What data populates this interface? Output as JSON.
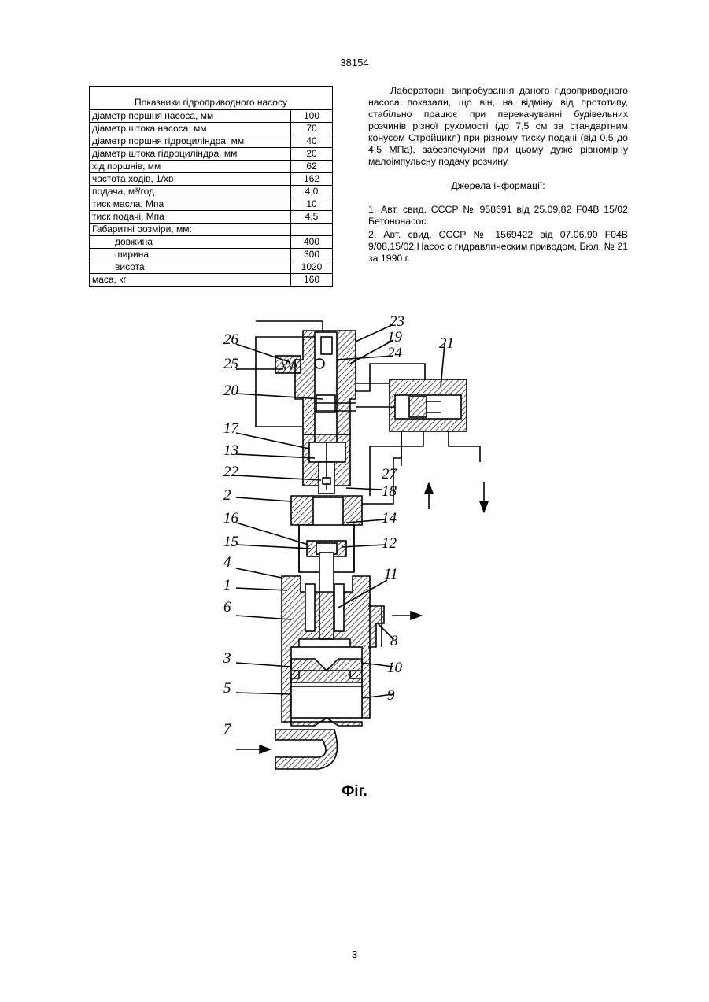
{
  "header": {
    "page_code": "38154"
  },
  "spec_table": {
    "caption": "Показники гідроприводного насосу",
    "rows": [
      {
        "label": "діаметр поршня насоса, мм",
        "value": "100"
      },
      {
        "label": "діаметр штока насоса, мм",
        "value": "70"
      },
      {
        "label": "діаметр поршня гідроциліндра, мм",
        "value": "40"
      },
      {
        "label": "діаметр штока гідроциліндра, мм",
        "value": "20"
      },
      {
        "label": "хід поршнів, мм",
        "value": "62"
      },
      {
        "label": "частота ходів, 1/хв",
        "value": "162"
      },
      {
        "label": "подача, м³/год",
        "value": "4,0"
      },
      {
        "label": "тиск масла, Мпа",
        "value": "10"
      },
      {
        "label": "тиск подачі, Мпа",
        "value": "4,5"
      },
      {
        "label": "Габаритні розміри, мм:",
        "value": ""
      },
      {
        "label": "довжина",
        "value": "400"
      },
      {
        "label": "ширина",
        "value": "300"
      },
      {
        "label": "висота",
        "value": "1020"
      },
      {
        "label": "маса, кг",
        "value": "160"
      }
    ]
  },
  "body_text": {
    "paragraph": "Лабораторні випробування даного гідроприводного насоса показали, що він, на відміну від прототипу, стабільно працює при перекачуванні будівельних розчинів різної рухомості (до 7,5 см за стандартним конусом Стройцикл) при різному тиску подачі (від 0,5 до 4,5 МПа), забезпечуючи при цьому дуже рівномірну малоімпульсну подачу розчину.",
    "sources_title": "Джерела інформації:",
    "sources": [
      "1. Авт. свид. СССР № 958691 від 25.09.82 F04B 15/02 Бетононасос.",
      "2. Авт. свид. СССР № 1569422 від 07.06.90 F04B 9/08,15/02 Насос с гидравлическим приводом, Бюл. № 21 за 1990 г."
    ]
  },
  "figure": {
    "caption": "Фіг.",
    "labels": [
      "26",
      "25",
      "20",
      "17",
      "13",
      "22",
      "2",
      "16",
      "15",
      "4",
      "1",
      "6",
      "3",
      "5",
      "7",
      "23",
      "19",
      "24",
      "21",
      "27",
      "18",
      "14",
      "12",
      "11",
      "8",
      "10",
      "9"
    ]
  },
  "footer": {
    "page_number": "3"
  }
}
